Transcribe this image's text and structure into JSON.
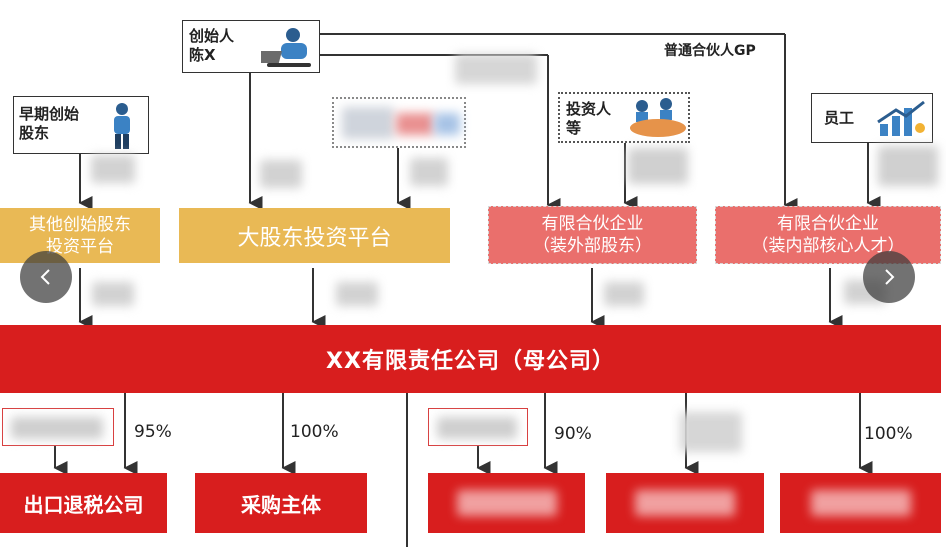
{
  "top_persons": {
    "founder": "创始人\n陈X",
    "early_founders": "早期创始\n股东",
    "investors": "投资人\n等",
    "employees": "员工"
  },
  "gp_label": "普通合伙人GP",
  "platforms": {
    "other_founders": "其他创始股东\n投资平台",
    "major_shareholder": "大股东投资平台",
    "lp_external_line1": "有限合伙企业",
    "lp_external_line2": "（装外部股东）",
    "lp_internal_line1": "有限合伙企业",
    "lp_internal_line2": "（装内部核心人才）"
  },
  "parent_company": "XX有限责任公司（母公司）",
  "subsidiaries": {
    "export": "出口退税公司",
    "procurement": "采购主体"
  },
  "percentages": {
    "p1": "95%",
    "p2": "100%",
    "p3": "90%",
    "p4": "100%"
  },
  "icons": {
    "prev": "chevron-left-icon",
    "next": "chevron-right-icon"
  },
  "colors": {
    "gold": "#e9b955",
    "pink": "#ea6f6c",
    "red": "#d81e1e"
  }
}
